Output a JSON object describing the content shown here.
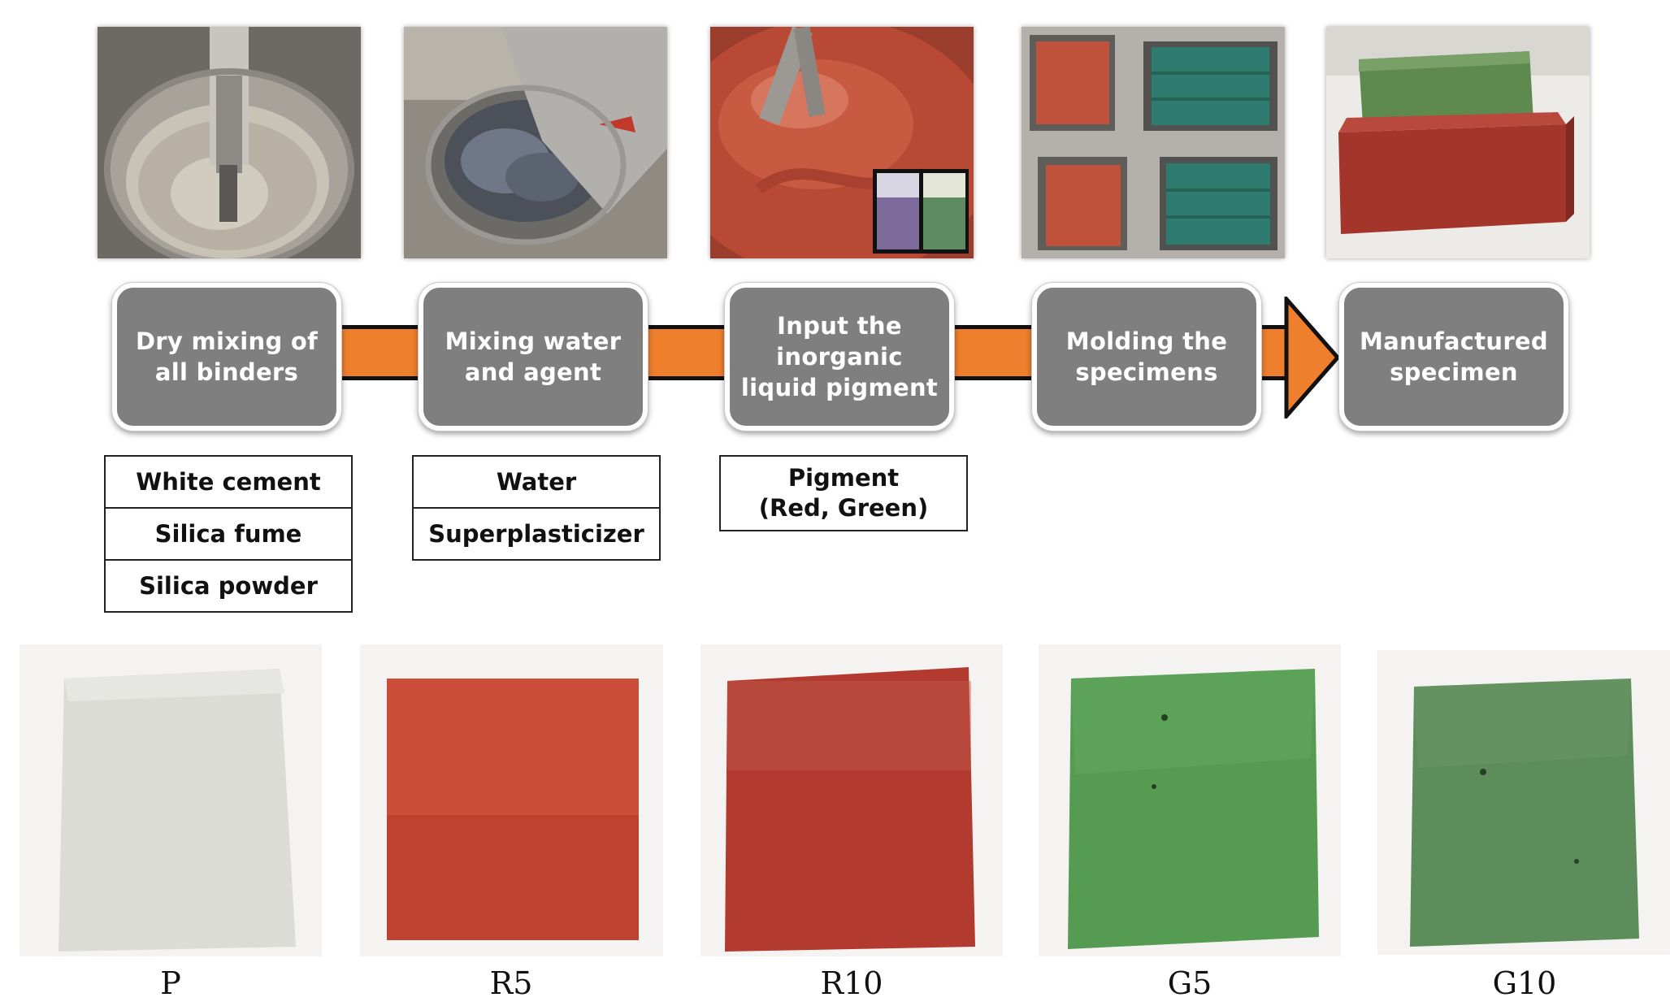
{
  "steps": [
    {
      "label": "Dry mixing of\nall binders"
    },
    {
      "label": "Mixing water\nand agent"
    },
    {
      "label": "Input the\ninorganic\nliquid pigment"
    },
    {
      "label": "Molding the\nspecimens"
    },
    {
      "label": "Manufactured\nspecimen"
    }
  ],
  "materials": {
    "binders": [
      "White cement",
      "Silica fume",
      "Silica powder"
    ],
    "water_agent": [
      "Water",
      "Superplasticizer"
    ],
    "pigment": [
      "Pigment\n(Red, Green)"
    ]
  },
  "samples": [
    {
      "label": "P",
      "color": "#dcdcd7"
    },
    {
      "label": "R5",
      "color": "#c7432d"
    },
    {
      "label": "R10",
      "color": "#b33a2e"
    },
    {
      "label": "G5",
      "color": "#569b52"
    },
    {
      "label": "G10",
      "color": "#5c8d5a"
    }
  ],
  "colors": {
    "flow_arrow": "#ee7f2d",
    "step_box": "#7f7f7f",
    "pigment_red": "#c0513a",
    "pigment_green": "#2e7b6f"
  }
}
